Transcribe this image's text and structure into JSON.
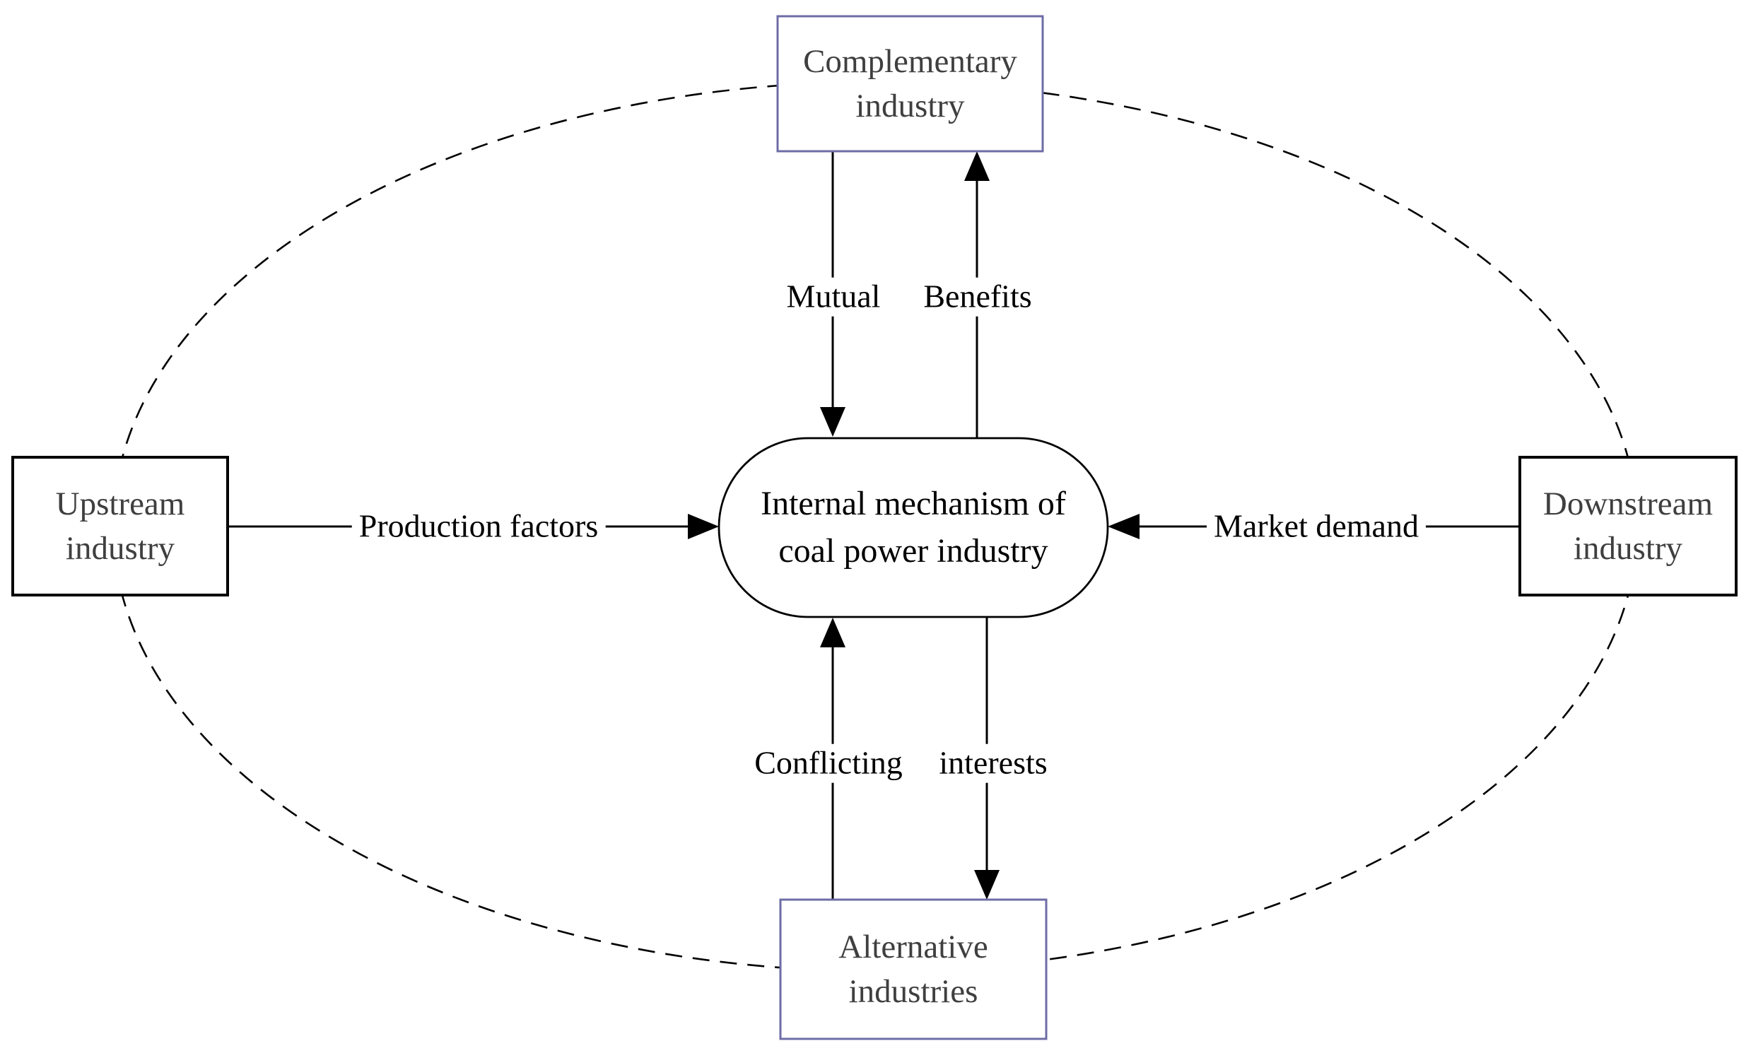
{
  "figure": {
    "type": "industry-relationship-diagram",
    "center_node": {
      "line1": "Internal mechanism of",
      "line2": "coal power industry"
    },
    "nodes": {
      "top": {
        "line1": "Complementary",
        "line2": "industry"
      },
      "left": {
        "line1": "Upstream",
        "line2": "industry"
      },
      "right": {
        "line1": "Downstream",
        "line2": "industry"
      },
      "bottom": {
        "line1": "Alternative",
        "line2": "industries"
      }
    },
    "edge_labels": {
      "mutual": "Mutual",
      "benefits": "Benefits",
      "production_factors": "Production factors",
      "market_demand": "Market demand",
      "conflicting": "Conflicting",
      "interests": "interests"
    },
    "colors": {
      "background": "#ffffff",
      "complementary_box_border": "#6e6ca6",
      "alternative_box_border": "#6e6ca6",
      "upstream_box_border": "#000000",
      "downstream_box_border": "#000000",
      "stadium_border": "#000000",
      "ellipse_dash": "#000000",
      "arrow": "#000000",
      "node_text": "#3f3f3f",
      "label_text": "#000000"
    }
  }
}
